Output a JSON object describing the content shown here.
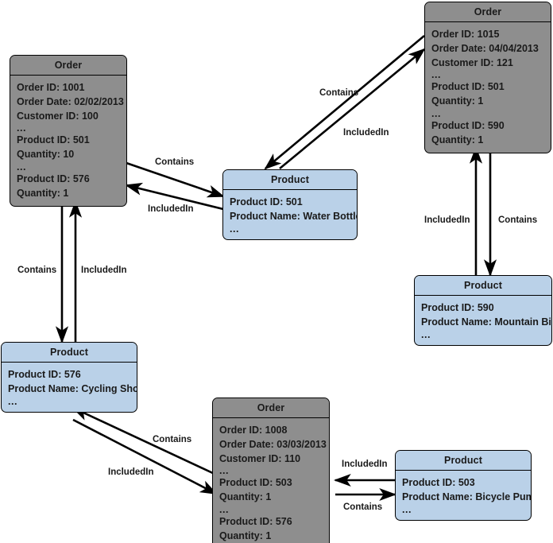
{
  "diagram": {
    "type": "entity-relationship-graph",
    "background": "#ffffff",
    "colors": {
      "order_fill": "#8e8e8e",
      "product_fill": "#bad1e8",
      "stroke": "#000000",
      "text": "#1a1a1a"
    },
    "nodes": [
      {
        "id": "order-1001",
        "kind": "Order",
        "title": "Order",
        "lines": [
          "Order ID: 1001",
          "Order Date: 02/02/2013",
          "Customer ID: 100",
          "...",
          "Product ID: 501",
          "Quantity: 10",
          "...",
          "Product ID: 576",
          "Quantity: 1"
        ]
      },
      {
        "id": "order-1015",
        "kind": "Order",
        "title": "Order",
        "lines": [
          "Order ID: 1015",
          "Order Date: 04/04/2013",
          "Customer ID: 121",
          "...",
          "Product ID: 501",
          "Quantity: 1",
          "...",
          "Product ID: 590",
          "Quantity: 1"
        ]
      },
      {
        "id": "order-1008",
        "kind": "Order",
        "title": "Order",
        "lines": [
          "Order ID: 1008",
          "Order Date: 03/03/2013",
          "Customer ID: 110",
          "...",
          "Product ID: 503",
          "Quantity: 1",
          "...",
          "Product ID: 576",
          "Quantity: 1"
        ]
      },
      {
        "id": "product-501",
        "kind": "Product",
        "title": "Product",
        "lines": [
          "Product ID: 501",
          "Product Name: Water Bottle",
          "..."
        ]
      },
      {
        "id": "product-590",
        "kind": "Product",
        "title": "Product",
        "lines": [
          "Product ID: 590",
          "Product Name: Mountain Bike",
          "..."
        ]
      },
      {
        "id": "product-576",
        "kind": "Product",
        "title": "Product",
        "lines": [
          "Product ID: 576",
          "Product Name: Cycling Shorts",
          "..."
        ]
      },
      {
        "id": "product-503",
        "kind": "Product",
        "title": "Product",
        "lines": [
          "Product ID: 503",
          "Product Name: Bicycle Pump",
          "..."
        ]
      }
    ],
    "edges": [
      {
        "id": "e1",
        "label": "Contains",
        "from": "order-1001",
        "to": "product-501"
      },
      {
        "id": "e2",
        "label": "IncludedIn",
        "from": "product-501",
        "to": "order-1001"
      },
      {
        "id": "e3",
        "label": "Contains",
        "from": "order-1015",
        "to": "product-501"
      },
      {
        "id": "e4",
        "label": "IncludedIn",
        "from": "product-501",
        "to": "order-1015"
      },
      {
        "id": "e5",
        "label": "IncludedIn",
        "from": "product-590",
        "to": "order-1015"
      },
      {
        "id": "e6",
        "label": "Contains",
        "from": "order-1015",
        "to": "product-590"
      },
      {
        "id": "e7",
        "label": "Contains",
        "from": "order-1001",
        "to": "product-576"
      },
      {
        "id": "e8",
        "label": "IncludedIn",
        "from": "product-576",
        "to": "order-1001"
      },
      {
        "id": "e9",
        "label": "Contains",
        "from": "order-1008",
        "to": "product-576"
      },
      {
        "id": "e10",
        "label": "IncludedIn",
        "from": "product-576",
        "to": "order-1008"
      },
      {
        "id": "e11",
        "label": "IncludedIn",
        "from": "product-503",
        "to": "order-1008"
      },
      {
        "id": "e12",
        "label": "Contains",
        "from": "order-1008",
        "to": "product-503"
      }
    ],
    "edge_labels": [
      {
        "id": "l1",
        "text": "Contains",
        "edge": "e1"
      },
      {
        "id": "l2",
        "text": "IncludedIn",
        "edge": "e2"
      },
      {
        "id": "l3",
        "text": "Contains",
        "edge": "e3"
      },
      {
        "id": "l4",
        "text": "IncludedIn",
        "edge": "e4"
      },
      {
        "id": "l5",
        "text": "IncludedIn",
        "edge": "e5"
      },
      {
        "id": "l6",
        "text": "Contains",
        "edge": "e6"
      },
      {
        "id": "l7",
        "text": "Contains",
        "edge": "e7"
      },
      {
        "id": "l8",
        "text": "IncludedIn",
        "edge": "e8"
      },
      {
        "id": "l9",
        "text": "Contains",
        "edge": "e9"
      },
      {
        "id": "l10",
        "text": "IncludedIn",
        "edge": "e10"
      },
      {
        "id": "l11",
        "text": "IncludedIn",
        "edge": "e11"
      },
      {
        "id": "l12",
        "text": "Contains",
        "edge": "e12"
      }
    ]
  }
}
